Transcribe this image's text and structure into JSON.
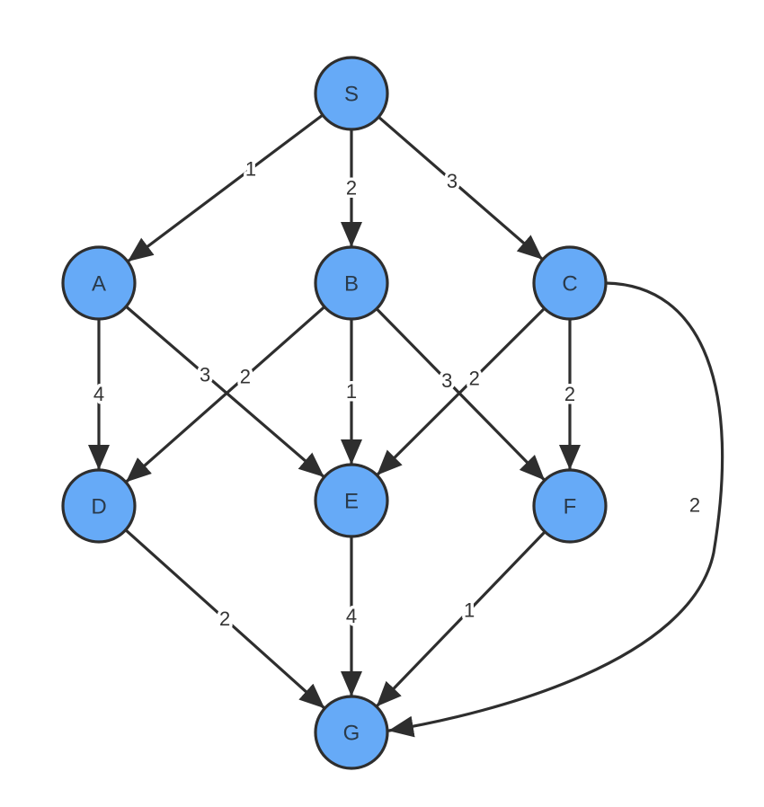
{
  "colors": {
    "node_fill": "#66aaf7",
    "node_stroke": "#2e2e2e",
    "edge": "#2e2e2e",
    "label": "#333333"
  },
  "nodes": [
    {
      "id": "S",
      "label": "S"
    },
    {
      "id": "A",
      "label": "A"
    },
    {
      "id": "B",
      "label": "B"
    },
    {
      "id": "C",
      "label": "C"
    },
    {
      "id": "D",
      "label": "D"
    },
    {
      "id": "E",
      "label": "E"
    },
    {
      "id": "F",
      "label": "F"
    },
    {
      "id": "G",
      "label": "G"
    }
  ],
  "edges": [
    {
      "from": "S",
      "to": "A",
      "weight": "1"
    },
    {
      "from": "S",
      "to": "B",
      "weight": "2"
    },
    {
      "from": "S",
      "to": "C",
      "weight": "3"
    },
    {
      "from": "A",
      "to": "D",
      "weight": "4"
    },
    {
      "from": "A",
      "to": "E",
      "weight": "3"
    },
    {
      "from": "B",
      "to": "D",
      "weight": "2"
    },
    {
      "from": "B",
      "to": "E",
      "weight": "1"
    },
    {
      "from": "B",
      "to": "F",
      "weight": "3"
    },
    {
      "from": "C",
      "to": "E",
      "weight": "2"
    },
    {
      "from": "C",
      "to": "F",
      "weight": "2"
    },
    {
      "from": "C",
      "to": "G",
      "weight": "2"
    },
    {
      "from": "D",
      "to": "G",
      "weight": "2"
    },
    {
      "from": "E",
      "to": "G",
      "weight": "4"
    },
    {
      "from": "F",
      "to": "G",
      "weight": "1"
    }
  ]
}
